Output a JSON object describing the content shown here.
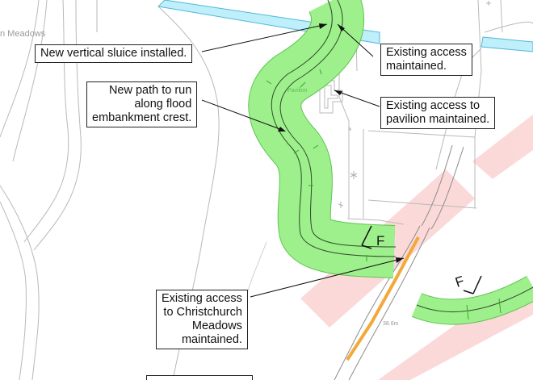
{
  "map_labels": {
    "meadows": "n Meadows",
    "pavilion": "Pavilion",
    "spot_height": "38.6m"
  },
  "section_marker": "F",
  "callouts": {
    "sluice": {
      "lines": [
        "New vertical sluice installed."
      ]
    },
    "access_top": {
      "lines": [
        "Existing access",
        "maintained."
      ]
    },
    "path": {
      "lines": [
        "New path to run",
        "along flood",
        "embankment crest."
      ]
    },
    "pavilion_access": {
      "lines": [
        "Existing access to",
        "pavilion maintained."
      ]
    },
    "christchurch": {
      "lines": [
        "Existing access",
        "to Christchurch",
        "Meadows",
        "maintained."
      ]
    }
  },
  "colors": {
    "embankment_fill": "#9ef08c",
    "embankment_edge": "#56c24a",
    "river": "#bfeffb",
    "river_edge": "#4fb8d6",
    "hatch_zone": "#fbd3d3",
    "access_highlight": "#f2a93b"
  }
}
